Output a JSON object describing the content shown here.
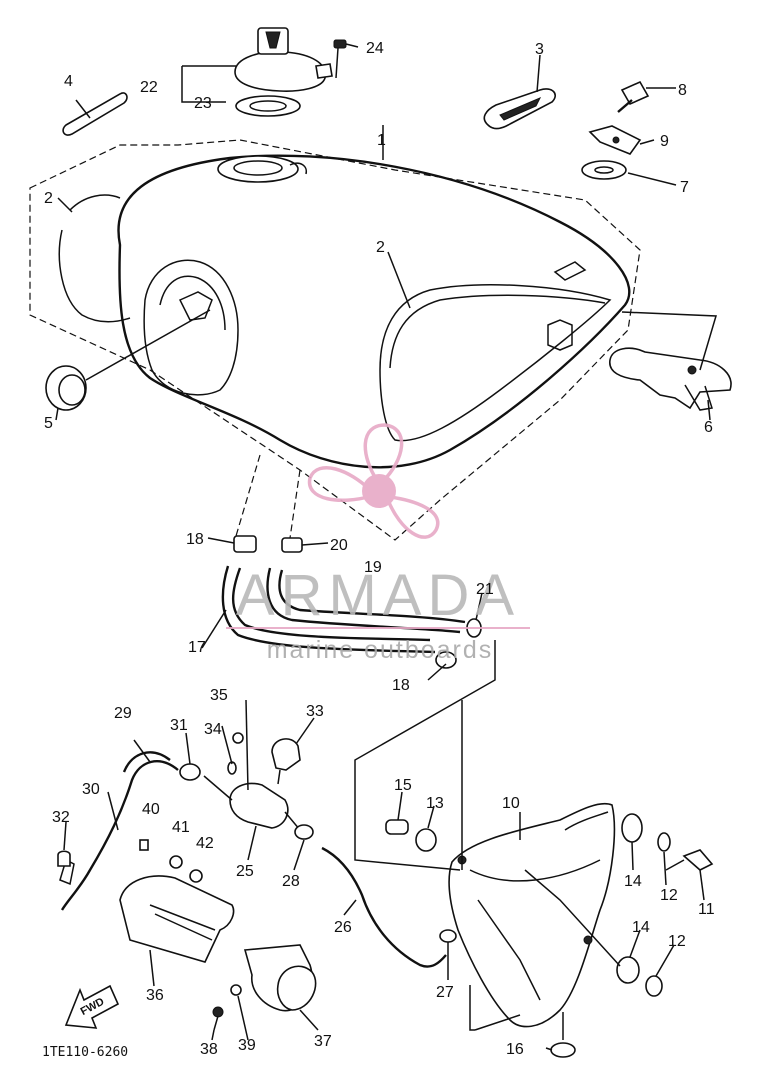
{
  "diagram": {
    "drawing_code": "1TE110-6260",
    "forward_marker": "FWD",
    "watermark": {
      "brand": "ARMADA",
      "tagline": "marine outboards",
      "brand_color": "#e7a9c6"
    },
    "part_labels": {
      "p1": "1",
      "p2a": "2",
      "p2b": "2",
      "p3": "3",
      "p4": "4",
      "p5": "5",
      "p6": "6",
      "p7": "7",
      "p8": "8",
      "p9": "9",
      "p10": "10",
      "p11": "11",
      "p12a": "12",
      "p12b": "12",
      "p13": "13",
      "p14a": "14",
      "p14b": "14",
      "p15": "15",
      "p16": "16",
      "p17": "17",
      "p18a": "18",
      "p18b": "18",
      "p19": "19",
      "p20": "20",
      "p21": "21",
      "p22": "22",
      "p23": "23",
      "p24": "24",
      "p25": "25",
      "p26": "26",
      "p27": "27",
      "p28": "28",
      "p29": "29",
      "p30": "30",
      "p31": "31",
      "p32": "32",
      "p33": "33",
      "p34": "34",
      "p35": "35",
      "p36": "36",
      "p37": "37",
      "p38": "38",
      "p39": "39",
      "p40": "40",
      "p41": "41",
      "p42": "42"
    }
  }
}
